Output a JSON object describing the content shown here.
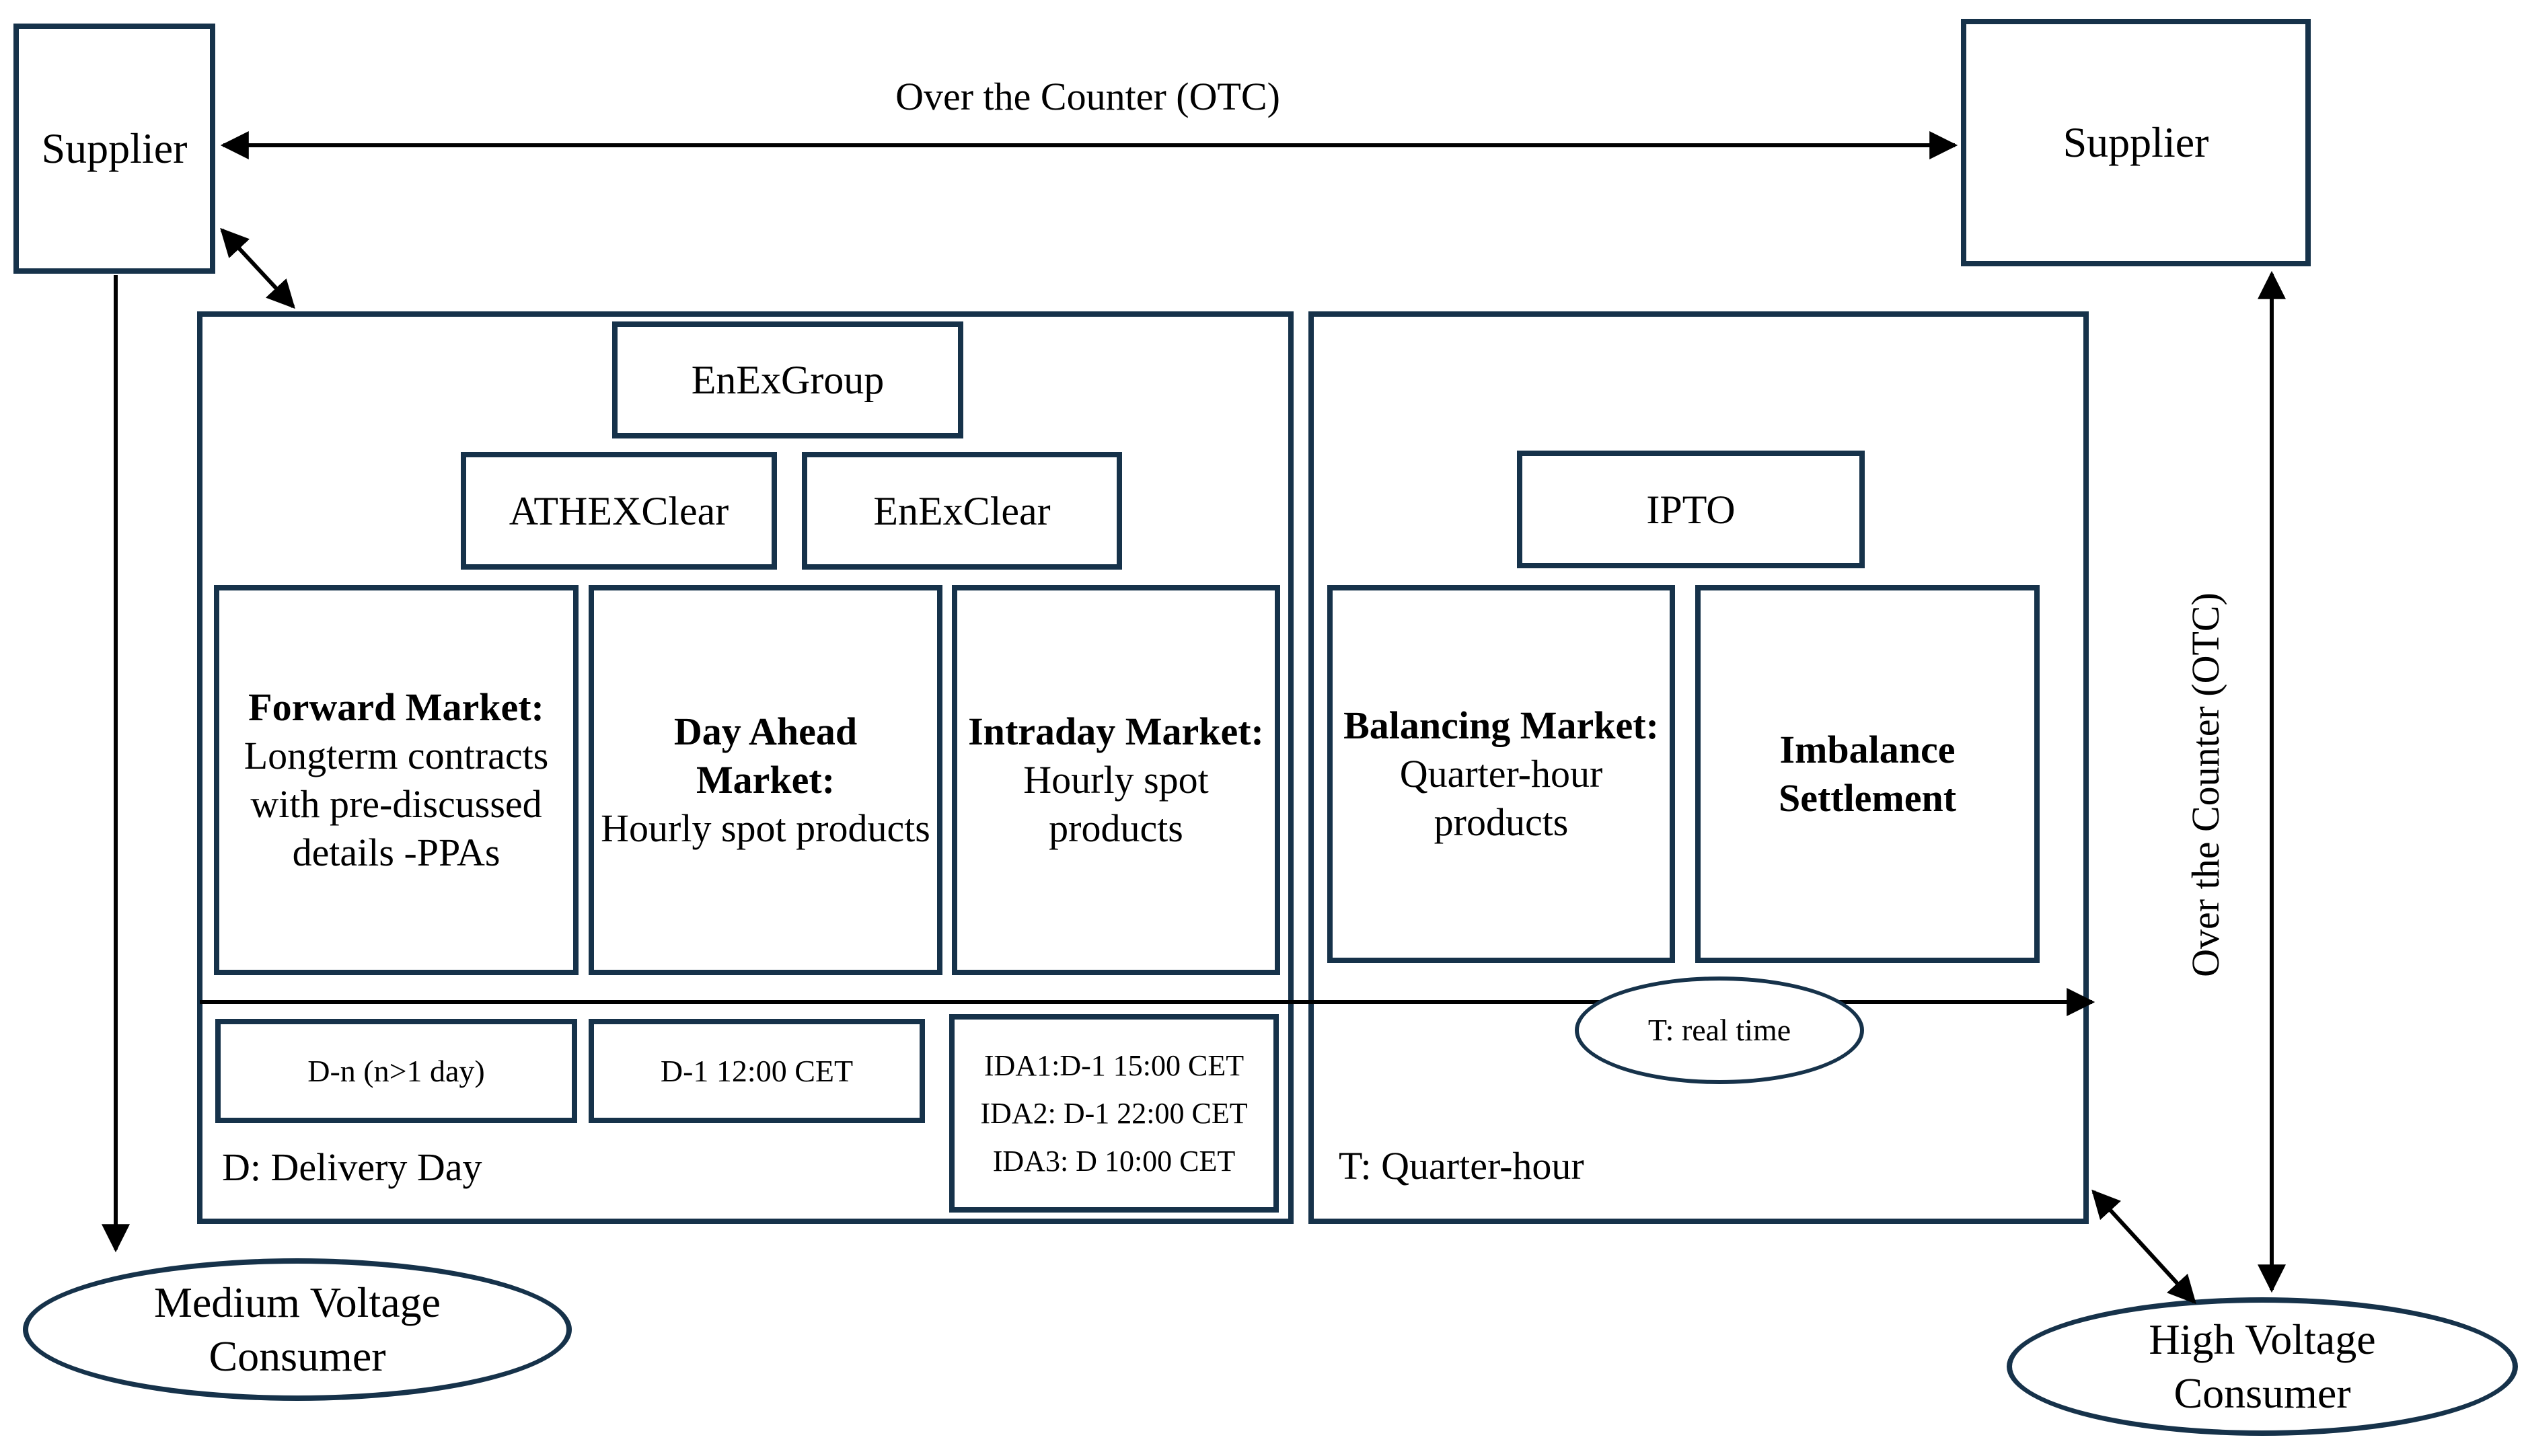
{
  "nodes": {
    "supplier_left": "Supplier",
    "supplier_right": "Supplier",
    "enexgroup": "EnExGroup",
    "athexclear": "ATHEXClear",
    "enexclear": "EnExClear",
    "ipto": "IPTO"
  },
  "otc": {
    "top_label": "Over the Counter (OTC)",
    "right_label": "Over the Counter (OTC)"
  },
  "markets": [
    {
      "title": "Forward Market:",
      "body": "Longterm contracts with pre-discussed details -PPAs"
    },
    {
      "title": "Day Ahead Market:",
      "body": "Hourly spot products"
    },
    {
      "title": "Intraday Market:",
      "body": "Hourly spot products"
    },
    {
      "title": "Balancing Market:",
      "body": "Quarter-hour products"
    },
    {
      "title": "Imbalance Settlement",
      "body": ""
    }
  ],
  "timing": {
    "forward": "D-n (n>1 day)",
    "day_ahead": "D-1 12:00 CET",
    "intraday": [
      "IDA1:D-1 15:00 CET",
      "IDA2: D-1 22:00 CET",
      "IDA3: D 10:00 CET"
    ]
  },
  "legend": {
    "delivery_day": "D: Delivery Day",
    "quarter_hour": "T: Quarter-hour",
    "real_time": "T: real time"
  },
  "consumers": {
    "medium": "Medium Voltage Consumer",
    "high": "High Voltage Consumer"
  },
  "colors": {
    "box_border": "#16324a",
    "arrow": "#000000",
    "text": "#000000",
    "background": "#ffffff"
  }
}
